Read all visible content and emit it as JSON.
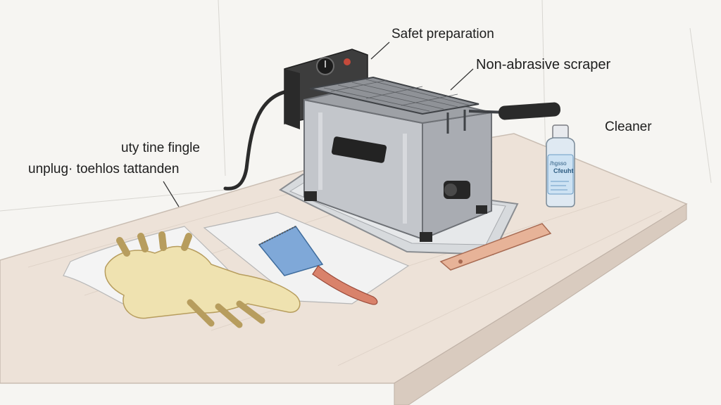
{
  "labels": {
    "safety_prep": "Safet preparation",
    "scraper": "Non-abrasive scraper",
    "cleaner": "Cleaner",
    "hint_line1": "uty tine fingle",
    "hint_line2": "unplug· toehlos tattanden"
  },
  "bottle": {
    "brand": "/hgsso",
    "name": "Cfeuht"
  },
  "colors": {
    "background": "#f6f5f2",
    "counter_top": "#ece0d6",
    "steel": "#c9ccd1",
    "glove": "#efe2b0",
    "scraper_blade": "#7fa8d8",
    "scraper_handle": "#d9826b",
    "bottle_label": "#7fb8e6"
  }
}
